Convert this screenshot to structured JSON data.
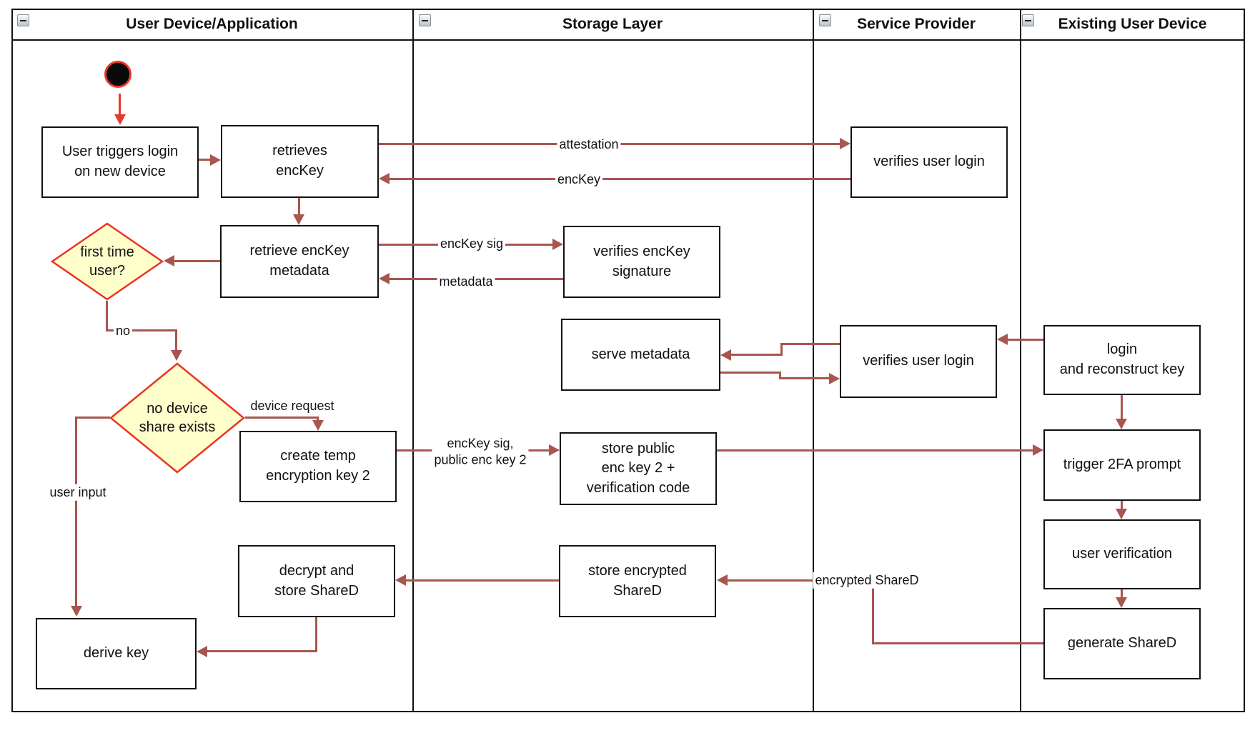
{
  "lanes": [
    {
      "title": "User Device/Application"
    },
    {
      "title": "Storage Layer"
    },
    {
      "title": "Service Provider"
    },
    {
      "title": "Existing User Device"
    }
  ],
  "nodes": {
    "user_triggers": {
      "lines": [
        "User triggers login",
        "on new device"
      ]
    },
    "retrieves_enckey": {
      "lines": [
        "retrieves",
        "encKey"
      ]
    },
    "retrieve_metadata": {
      "lines": [
        "retrieve encKey",
        "metadata"
      ]
    },
    "first_time_user": {
      "lines": [
        "first time",
        "user?"
      ]
    },
    "no_device_share": {
      "lines": [
        "no device",
        "share exists"
      ]
    },
    "create_temp_key": {
      "lines": [
        "create temp",
        "encryption key 2"
      ]
    },
    "decrypt_store": {
      "lines": [
        "decrypt and",
        "store ShareD"
      ]
    },
    "derive_key": {
      "lines": [
        "derive key"
      ]
    },
    "verifies_signature": {
      "lines": [
        "verifies encKey",
        "signature"
      ]
    },
    "serve_metadata": {
      "lines": [
        "serve metadata"
      ]
    },
    "store_public": {
      "lines": [
        "store public",
        "enc key 2 +",
        "verification code"
      ]
    },
    "store_encrypted": {
      "lines": [
        "store encrypted",
        "ShareD"
      ]
    },
    "verifies_login_top": {
      "lines": [
        "verifies user login"
      ]
    },
    "verifies_login_mid": {
      "lines": [
        "verifies user login"
      ]
    },
    "login_reconstruct": {
      "lines": [
        "login",
        "and reconstruct key"
      ]
    },
    "trigger_2fa": {
      "lines": [
        "trigger 2FA prompt"
      ]
    },
    "user_verification": {
      "lines": [
        "user verification"
      ]
    },
    "generate_shared": {
      "lines": [
        "generate ShareD"
      ]
    }
  },
  "edges": {
    "attestation": "attestation",
    "enckey": "encKey",
    "enckey_sig": "encKey sig",
    "metadata": "metadata",
    "no": "no",
    "device_request": "device request",
    "enckey_sig_public": [
      "encKey sig,",
      "public enc key 2"
    ],
    "user_input": "user input",
    "encrypted_shared": "encrypted ShareD"
  },
  "colors": {
    "arrow": "#A8564E",
    "start_border": "#E8392D",
    "decision_border": "#EC3323",
    "decision_fill": "#FFFFCC",
    "ink": "#111111"
  }
}
